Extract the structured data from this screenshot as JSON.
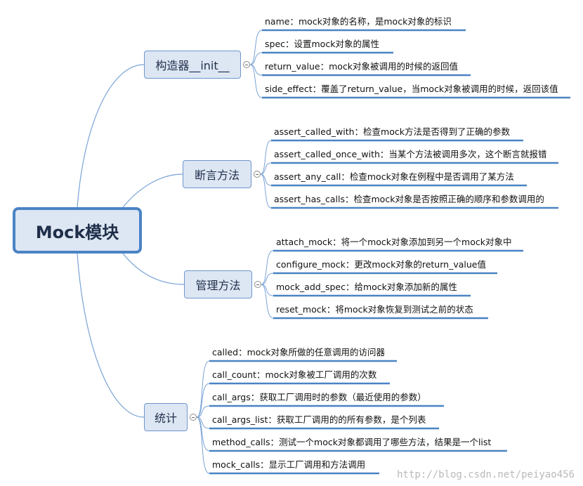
{
  "root": {
    "label": "Mock模块"
  },
  "branches": [
    {
      "id": "init",
      "label": "构造器__init__",
      "leaves": [
        "name：mock对象的名称，是mock对象的标识",
        "spec：设置mock对象的属性",
        "return_value：mock对象被调用的时候的返回值",
        "side_effect：覆盖了return_value，当mock对象被调用的时候，返回该值"
      ]
    },
    {
      "id": "assert",
      "label": "断言方法",
      "leaves": [
        "assert_called_with：检查mock方法是否得到了正确的参数",
        "assert_called_once_with：当某个方法被调用多次，这个断言就报错",
        "assert_any_call：检查mock对象在例程中是否调用了某方法",
        "assert_has_calls：检查mock对象是否按照正确的顺序和参数调用的"
      ]
    },
    {
      "id": "manage",
      "label": "管理方法",
      "leaves": [
        "attach_mock：将一个mock对象添加到另一个mock对象中",
        "configure_mock：更改mock对象的return_value值",
        "mock_add_spec：给mock对象添加新的属性",
        "reset_mock：将mock对象恢复到测试之前的状态"
      ]
    },
    {
      "id": "stats",
      "label": "统计",
      "leaves": [
        "called：mock对象所做的任意调用的访问器",
        "call_count：mock对象被工厂调用的次数",
        "call_args：获取工厂调用时的参数（最近使用的参数）",
        "call_args_list：获取工厂调用的的所有参数，是个列表",
        "method_calls：测试一个mock对象都调用了哪些方法，结果是一个list",
        "mock_calls：显示工厂调用和方法调用"
      ]
    }
  ],
  "watermark": "http://blog.csdn.net/peiyao456",
  "colors": {
    "connector": "#7aa3d6",
    "underline": "#4a83c4",
    "box_fill": "#dde6f3",
    "root_border": "#4a83c4"
  }
}
